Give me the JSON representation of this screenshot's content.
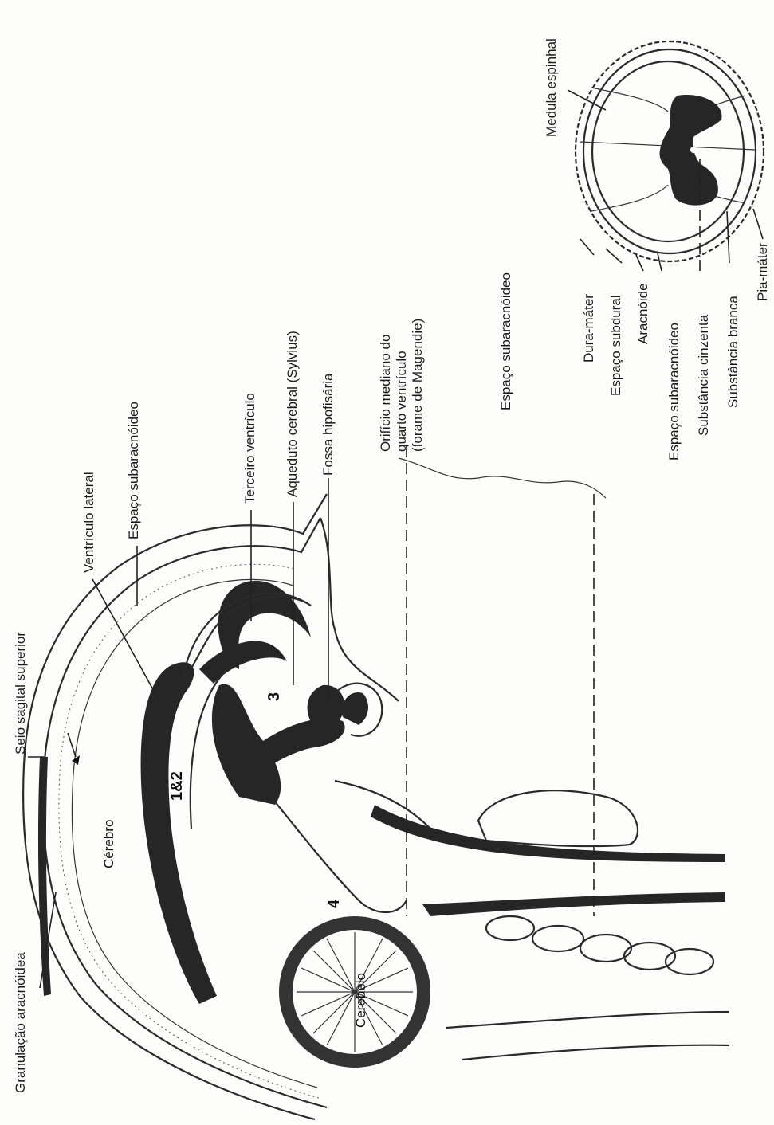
{
  "labels": {
    "granulacao": "Granulação aracnóidea",
    "seio": "Seio sagital superior",
    "ventriculo_lateral": "Ventrículo lateral",
    "espaco_sub_1": "Espaço subaracnóideo",
    "terceiro": "Terceiro ventrículo",
    "aqueduto": "Aqueduto cerebral (Sylvius)",
    "fossa": "Fossa hipofisária",
    "orificio_1": "Orifício mediano do",
    "orificio_2": "quarto ventrículo",
    "orificio_3": "(forame de Magendie)",
    "espaco_sub_2": "Espaço subaracnóideo",
    "cerebro": "Cérebro",
    "cerebelo": "Cerebelo",
    "num_12": "1&2",
    "num_3": "3",
    "num_4": "4"
  },
  "inset": {
    "medula": "Medula espinhal",
    "dura": "Dura-máter",
    "subdural": "Espaço subdural",
    "aracnoide": "Aracnóide",
    "subaracnoideo": "Espaço subaracnóideo",
    "cinzenta": "Substância cinzenta",
    "branca": "Substância branca",
    "pia": "Pia-máter"
  }
}
